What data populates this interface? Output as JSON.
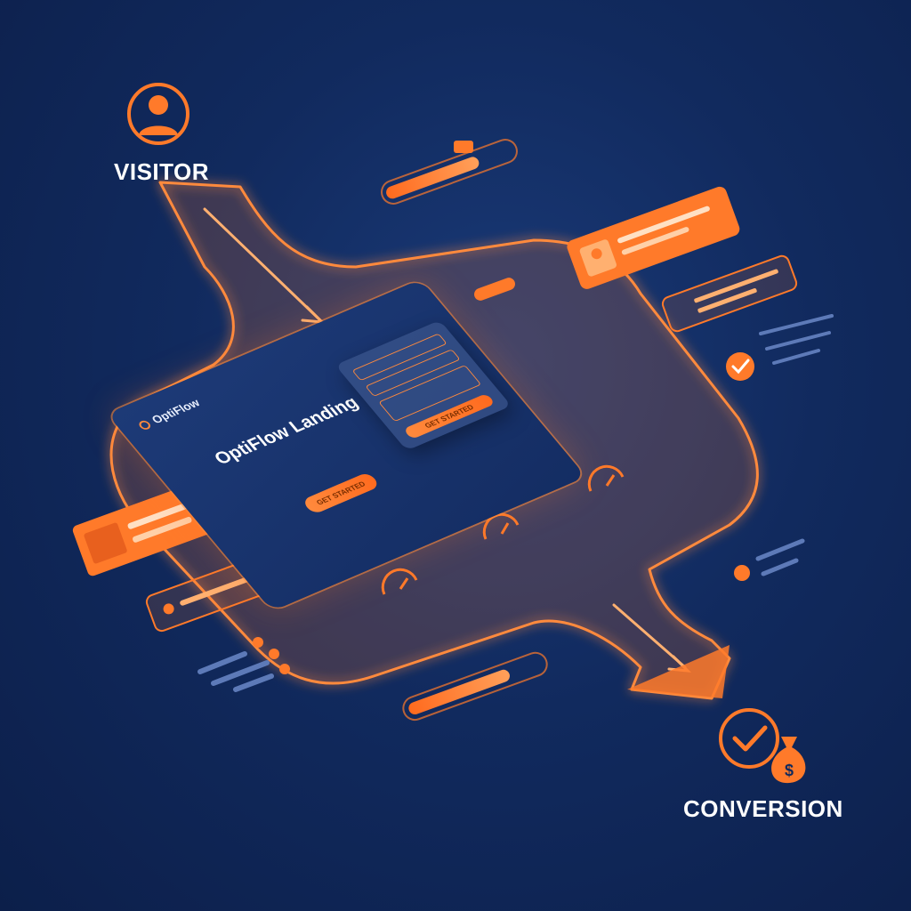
{
  "labels": {
    "visitor": "VISITOR",
    "conversion": "CONVERSION"
  },
  "landing_page": {
    "logo": "OptiFlow",
    "title": "OptiFlow Landing",
    "hero_cta": "GET STARTED",
    "form_cta": "GET STARTED"
  },
  "icons": {
    "visitor": "user-circle-icon",
    "conversion": "check-circle-icon",
    "money": "money-bag-icon",
    "gauge": "gauge-icon"
  },
  "colors": {
    "background": "#112a5e",
    "accent": "#ff7a2a",
    "accent_light": "#ffb070",
    "text": "#ffffff"
  }
}
